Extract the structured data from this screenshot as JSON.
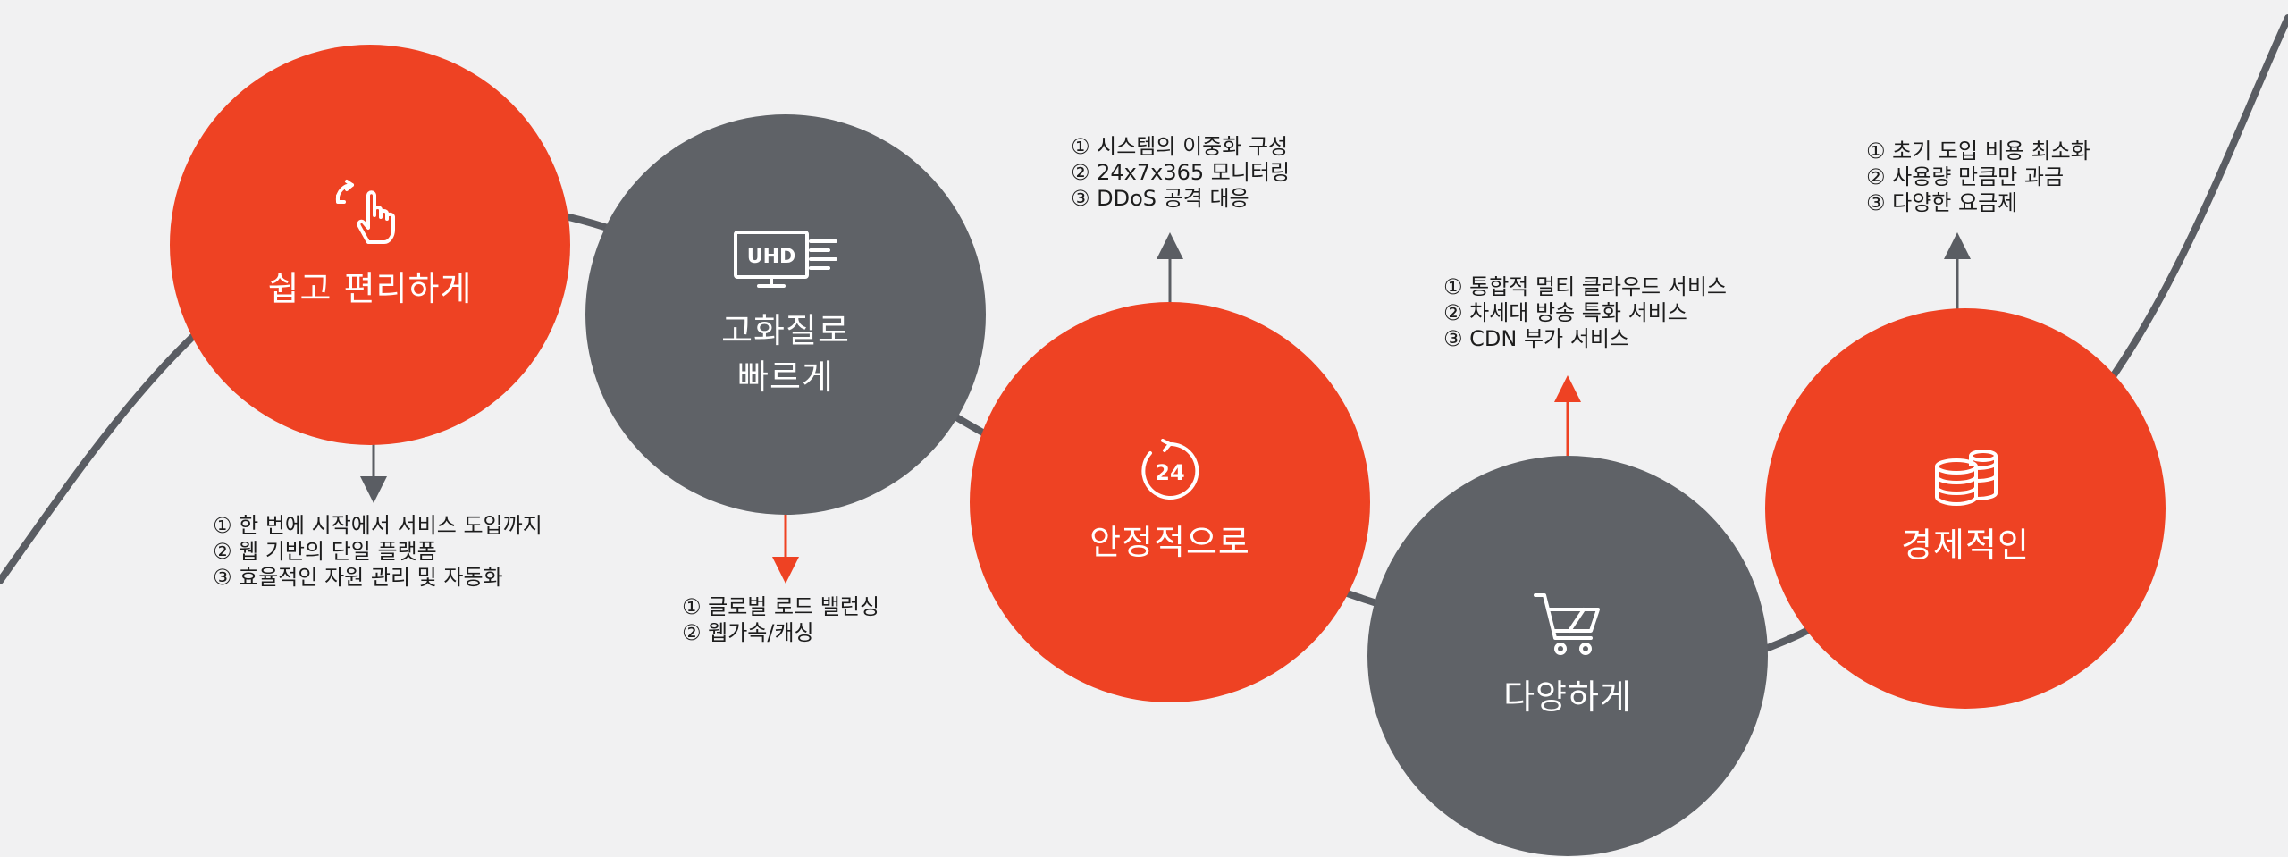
{
  "colors": {
    "red": "#ee4223",
    "gray": "#5f6267",
    "line": "#5a5d63",
    "text": "#1d1d1d"
  },
  "steps": [
    {
      "title": "쉽고 편리하게",
      "icon": "touch-swipe-icon",
      "color": "red",
      "notes": [
        "① 한 번에 시작에서 서비스 도입까지",
        "② 웹 기반의 단일 플랫폼",
        "③ 효율적인 자원 관리 및 자동화"
      ]
    },
    {
      "title": "고화질로\n빠르게",
      "icon": "uhd-display-icon",
      "icon_text": "UHD",
      "color": "gray",
      "notes": [
        "① 글로벌 로드 밸런싱",
        "② 웹가속/캐싱"
      ]
    },
    {
      "title": "안정적으로",
      "icon": "24-hour-icon",
      "icon_text": "24",
      "color": "red",
      "notes": [
        "① 시스템의 이중화 구성",
        "② 24x7x365 모니터링",
        "③ DDoS 공격 대응"
      ]
    },
    {
      "title": "다양하게",
      "icon": "shopping-cart-icon",
      "color": "gray",
      "notes": [
        "① 통합적 멀티 클라우드 서비스",
        "② 차세대 방송 특화 서비스",
        "③ CDN 부가 서비스"
      ]
    },
    {
      "title": "경제적인",
      "icon": "coins-stack-icon",
      "color": "red",
      "notes": [
        "① 초기 도입 비용 최소화",
        "② 사용량 만큼만 과금",
        "③ 다양한 요금제"
      ]
    }
  ]
}
